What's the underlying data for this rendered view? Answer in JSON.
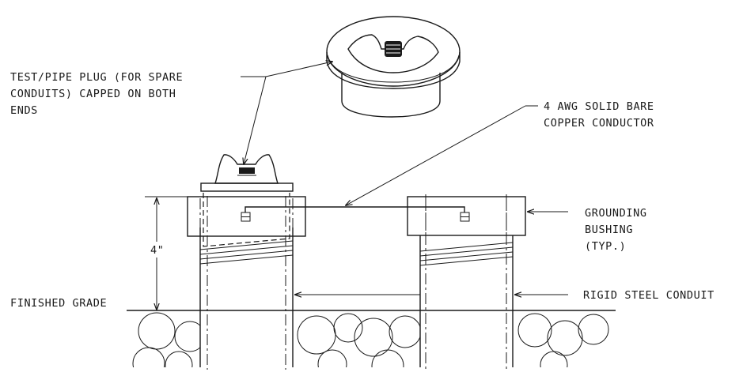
{
  "labels": {
    "test_plug": [
      "TEST/PIPE PLUG (FOR SPARE",
      "CONDUITS) CAPPED ON BOTH",
      "ENDS"
    ],
    "conductor": [
      "4 AWG SOLID BARE",
      "COPPER CONDUCTOR"
    ],
    "bushing": [
      "GROUNDING",
      "BUSHING",
      "(TYP.)"
    ],
    "conduit": "RIGID STEEL CONDUIT",
    "grade": "FINISHED GRADE",
    "dimension": "4\""
  },
  "colors": {
    "line": "#1a1a1a",
    "background": "#ffffff"
  }
}
